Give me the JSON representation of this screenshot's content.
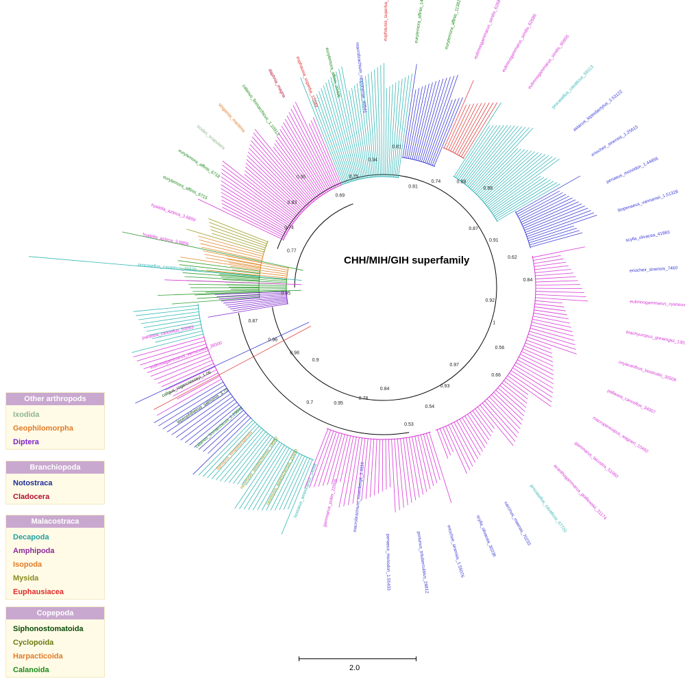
{
  "title": "CHH/MIH/GIH superfamily",
  "scale_label": "2.0",
  "legend_groups": [
    {
      "name": "Other arthropods",
      "items": [
        {
          "label": "Ixodida",
          "color": "#8fb58f"
        },
        {
          "label": "Geophilomorpha",
          "color": "#e07b2a"
        },
        {
          "label": "Diptera",
          "color": "#7b22cc"
        }
      ]
    },
    {
      "name": "Branchiopoda",
      "items": [
        {
          "label": "Notostraca",
          "color": "#1a2a9a"
        },
        {
          "label": "Cladocera",
          "color": "#b01030"
        }
      ]
    },
    {
      "name": "Malacostraca",
      "items": [
        {
          "label": "Decapoda",
          "color": "#22a0a0"
        },
        {
          "label": "Amphipoda",
          "color": "#8a2a9a"
        },
        {
          "label": "Isopoda",
          "color": "#e07b2a"
        },
        {
          "label": "Mysida",
          "color": "#8a8a20"
        },
        {
          "label": "Euphausiacea",
          "color": "#e02a2a"
        }
      ]
    },
    {
      "name": "Copepoda",
      "items": [
        {
          "label": "Siphonostomatoida",
          "color": "#0a4a0a"
        },
        {
          "label": "Cyclopoida",
          "color": "#6a7a10"
        },
        {
          "label": "Harpacticoida",
          "color": "#e07b2a"
        },
        {
          "label": "Calanoida",
          "color": "#1a8a1a"
        }
      ]
    }
  ],
  "clade_colors": {
    "cyan": "#33b5b5",
    "magenta": "#d633d6",
    "blue": "#3a3ad6",
    "red": "#e04040",
    "green": "#2a9a2a",
    "orange": "#e0882a",
    "purple": "#7b22cc",
    "olive": "#9a9a20",
    "grey": "#999999"
  },
  "node_labels": [
    "0.77",
    "0.74",
    "0.83",
    "0.95",
    "0.69",
    "0.75",
    "0.94",
    "0.81",
    "0.81",
    "0.74",
    "0.89",
    "0.99",
    "0.87",
    "0.91",
    "0.62",
    "0.84",
    "0.92",
    "1",
    "0.56",
    "0.66",
    "0.97",
    "0.93",
    "0.54",
    "0.53",
    "0.84",
    "0.78",
    "0.95",
    "0.7",
    "0.9",
    "0.98",
    "0.96",
    "0.87",
    "0.85"
  ],
  "leaf_labels": [
    {
      "text": "procasellus_cavaticus_70370",
      "color": "#33b5b5"
    },
    {
      "text": "hyalella_azteca_3.6859",
      "color": "#d633d6"
    },
    {
      "text": "hyalella_azteca_3.6859",
      "color": "#d633d6"
    },
    {
      "text": "eurytemora_affinis_6715",
      "color": "#1a8a1a"
    },
    {
      "text": "eurytemora_affinis_6718",
      "color": "#1a8a1a"
    },
    {
      "text": "ixodes_scapularis",
      "color": "#8fb58f"
    },
    {
      "text": "strigamia_maritima",
      "color": "#e07b2a"
    },
    {
      "text": "calanus_finmarchicus_1.10913",
      "color": "#1a8a1a"
    },
    {
      "text": "daphnia_magna",
      "color": "#b01030"
    },
    {
      "text": "euphausia_superba_12049",
      "color": "#e02a2a"
    },
    {
      "text": "eurytemora_affinis_20406",
      "color": "#1a8a1a"
    },
    {
      "text": "macrobrachium_nipponense_40541",
      "color": "#3a3ad6"
    },
    {
      "text": "euphausia_superba_36558",
      "color": "#e02a2a"
    },
    {
      "text": "eurytemora_affinis_14614",
      "color": "#1a8a1a"
    },
    {
      "text": "eurytemora_affinis_11382",
      "color": "#1a8a1a"
    },
    {
      "text": "eulimnogammarus_similis_62686",
      "color": "#d633d6"
    },
    {
      "text": "eulimnogammarus_similis_62686",
      "color": "#d633d6"
    },
    {
      "text": "eulimnogammarus_similis_60955",
      "color": "#d633d6"
    },
    {
      "text": "procasellus_cavaticus_59113",
      "color": "#33b5b5"
    },
    {
      "text": "astacus_leptodactylus_3.53122",
      "color": "#3a3ad6"
    },
    {
      "text": "eriocheir_sinensis_1.25615",
      "color": "#3a3ad6"
    },
    {
      "text": "penaeus_monodon_1.44856",
      "color": "#3a3ad6"
    },
    {
      "text": "litopenaeus_vannamei_1.51328",
      "color": "#3a3ad6"
    },
    {
      "text": "scylla_olivacea_41883",
      "color": "#3a3ad6"
    },
    {
      "text": "eriocheir_sinensis_7460",
      "color": "#3a3ad6"
    },
    {
      "text": "eulimnogammarus_cyaneus_58006",
      "color": "#d633d6"
    },
    {
      "text": "brachyuropus_grewingkii_13031",
      "color": "#d633d6"
    },
    {
      "text": "oxyacanthus_bowinskii_30506",
      "color": "#d633d6"
    },
    {
      "text": "pallasea_cancellus_34007",
      "color": "#d633d6"
    },
    {
      "text": "macropereiopus_wagneri_10492",
      "color": "#d633d6"
    },
    {
      "text": "gammarus_lacustris_51060",
      "color": "#d633d6"
    },
    {
      "text": "acanthogammarus_godlewskii_31174",
      "color": "#d633d6"
    },
    {
      "text": "procasellus_cavaticus_67720",
      "color": "#33b5b5"
    },
    {
      "text": "carcinus_maenas_70233",
      "color": "#3a3ad6"
    },
    {
      "text": "scylla_olivacea_30236",
      "color": "#3a3ad6"
    },
    {
      "text": "eriocheir_sinensis_1.55076",
      "color": "#3a3ad6"
    },
    {
      "text": "portunus_trituberculatus_26812",
      "color": "#3a3ad6"
    },
    {
      "text": "penaeus_monodon_1.55403",
      "color": "#3a3ad6"
    },
    {
      "text": "macrobrachium_rosenbergii_1.1116",
      "color": "#3a3ad6"
    },
    {
      "text": "gammarus_pulex_22006",
      "color": "#d633d6"
    },
    {
      "text": "homarus_americanus_14098",
      "color": "#33b5b5"
    },
    {
      "text": "neomysis_awatschensis_20443",
      "color": "#9a9a20"
    },
    {
      "text": "neomysis_awatschensis_19082",
      "color": "#9a9a20"
    },
    {
      "text": "tigriopus_kingsejongensis",
      "color": "#e0882a"
    },
    {
      "text": "calanus_finmarchicus_1.23042",
      "color": "#1a8a1a"
    },
    {
      "text": "lepeophtheirus_salmonis_3.75",
      "color": "#0a4a0a"
    },
    {
      "text": "caligus_rogercresseyi_1.06",
      "color": "#0a4a0a"
    },
    {
      "text": "eulimnogammarus_verrucosus_39300",
      "color": "#d633d6"
    },
    {
      "text": "pallasea_cancellus_53063",
      "color": "#d633d6"
    }
  ]
}
